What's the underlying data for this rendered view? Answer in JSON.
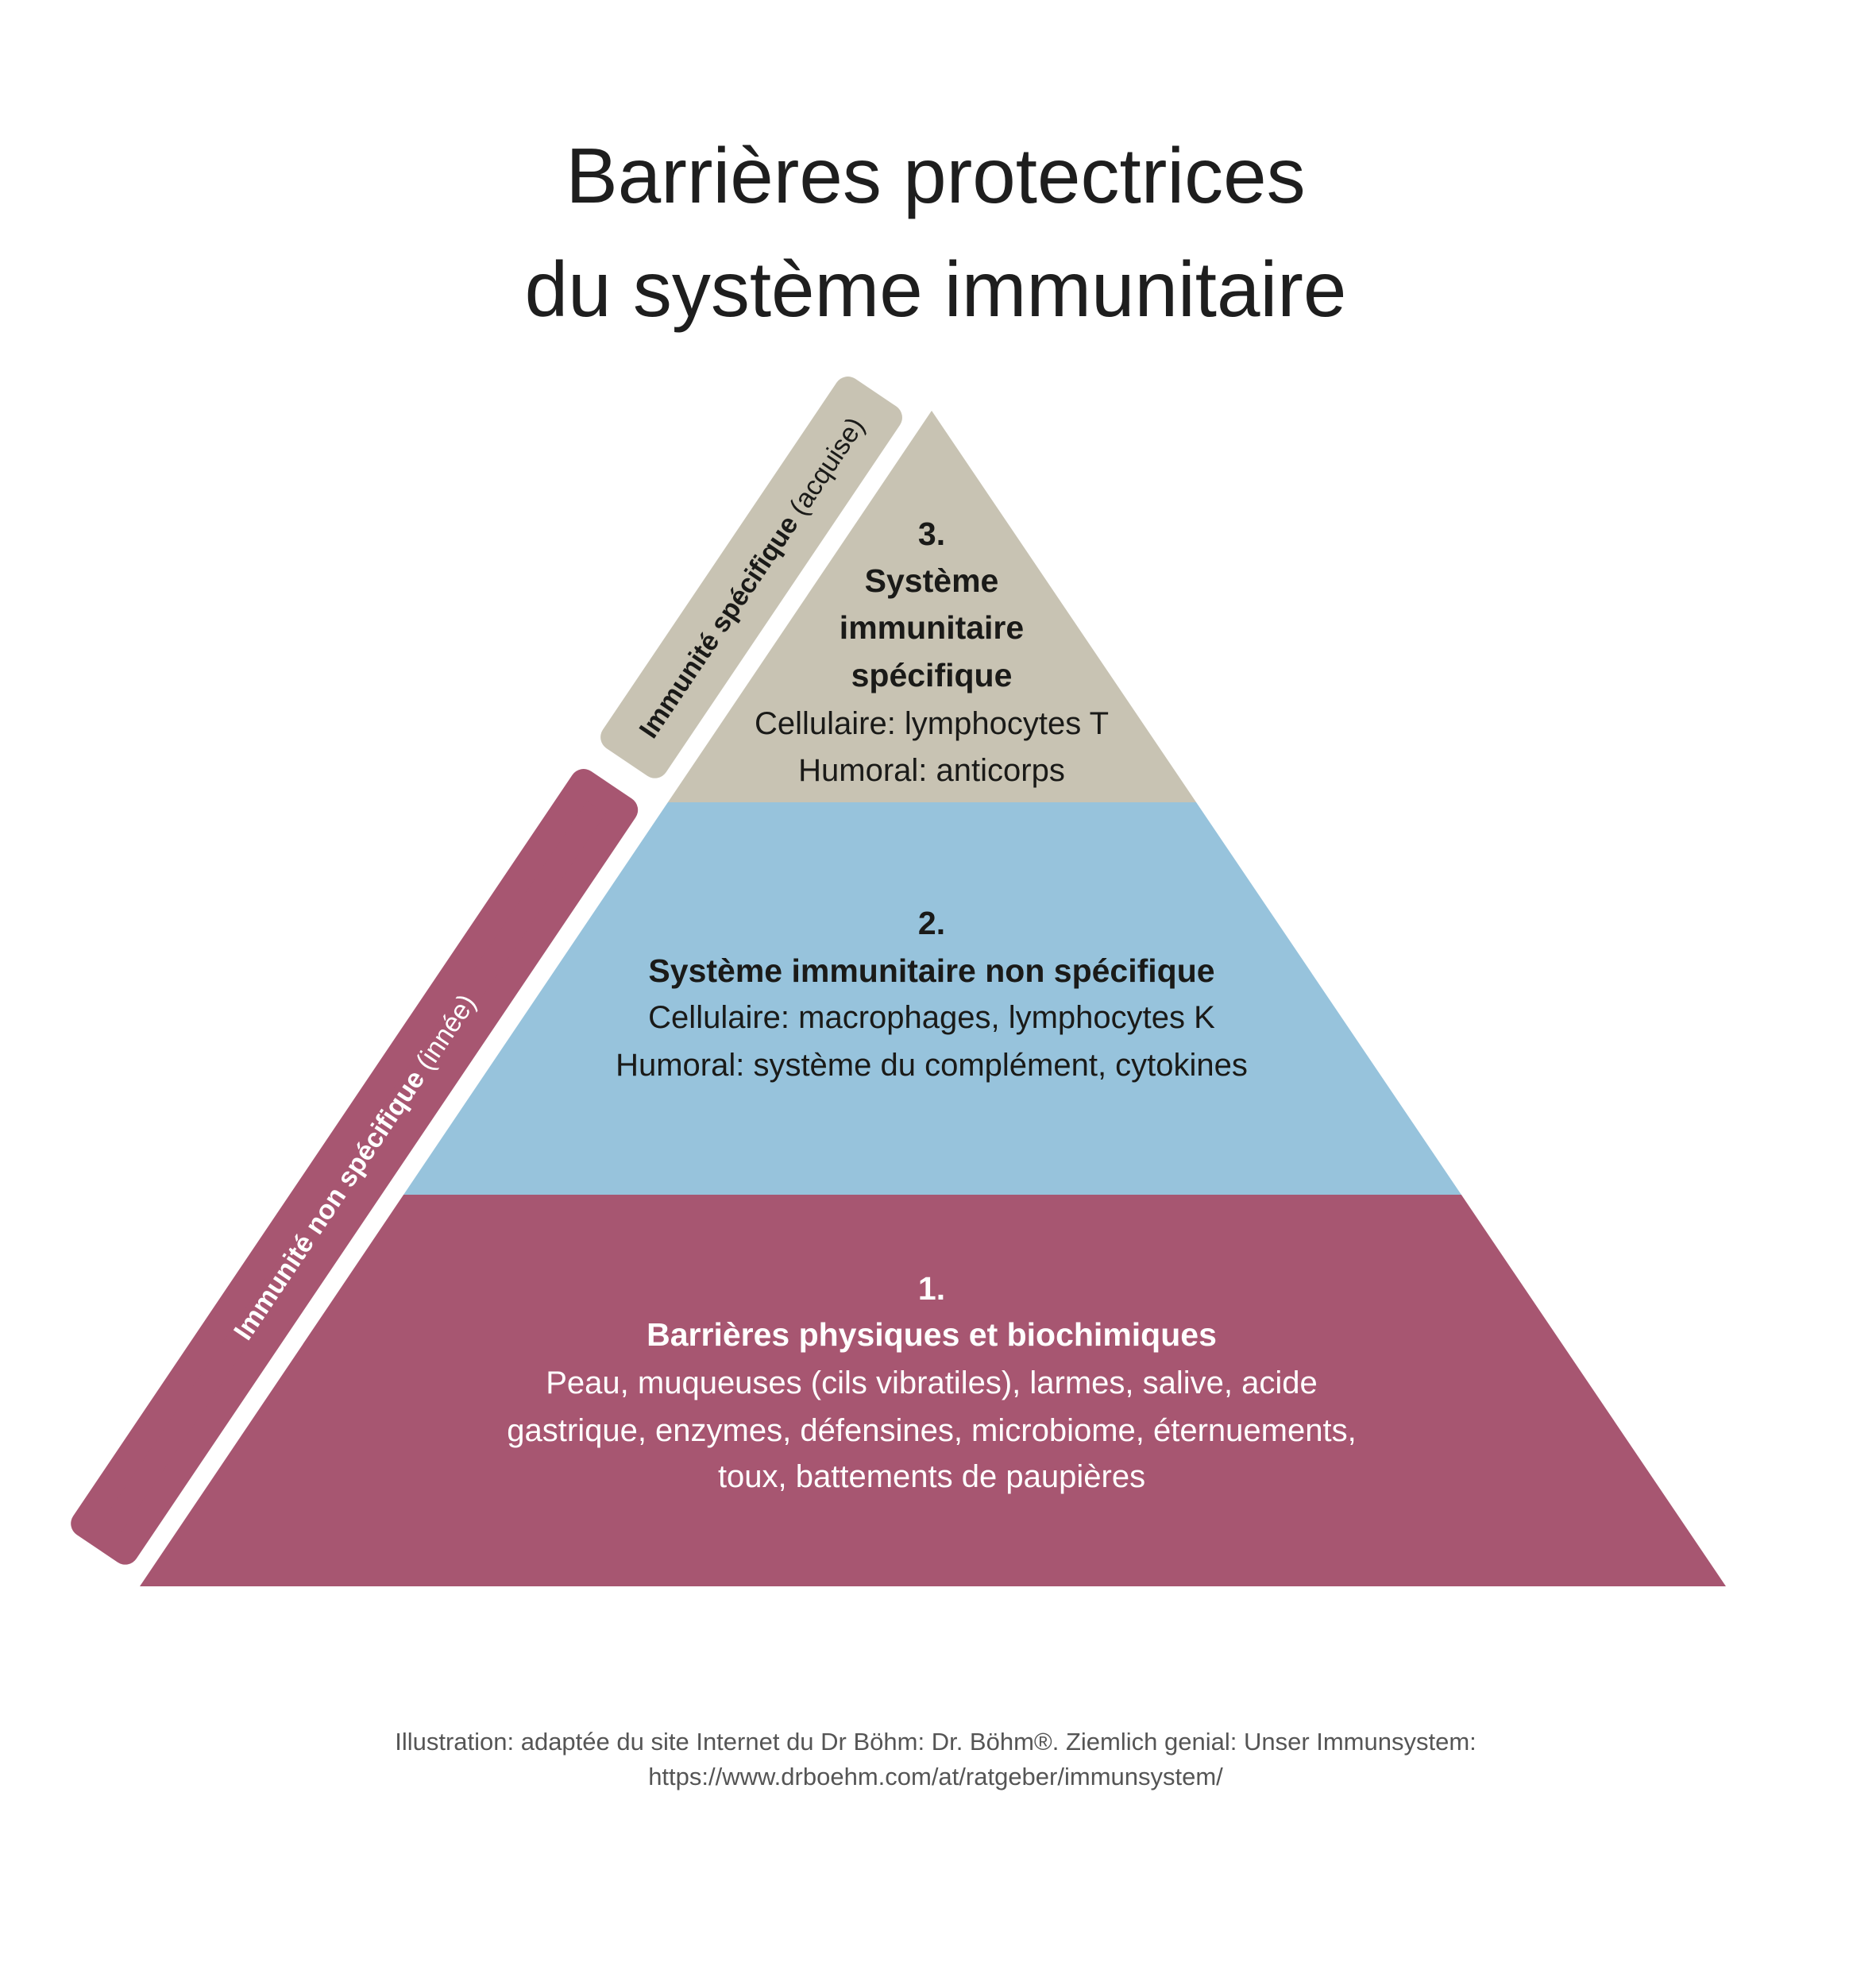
{
  "title": {
    "line1": "Barrières protectrices",
    "line2": "du système immunitaire"
  },
  "colors": {
    "tier3": "#c8c3b3",
    "tier2": "#97c3dc",
    "tier1": "#a75671",
    "text_dark": "#1a1a18"
  },
  "bands": {
    "specific": {
      "bold": "Immunité spécifique",
      "light": " (acquise)"
    },
    "nonspecific": {
      "bold": "Immunité non spécifique",
      "light": " (innée)"
    }
  },
  "tiers": [
    {
      "number": "3.",
      "title_lines": [
        "Système",
        "immunitaire",
        "spécifique"
      ],
      "lines": [
        "Cellulaire: lymphocytes T",
        "Humoral: anticorps"
      ]
    },
    {
      "number": "2.",
      "title_lines": [
        "Système immunitaire non spécifique"
      ],
      "lines": [
        "Cellulaire: macrophages, lymphocytes K",
        "Humoral: système du complément, cytokines"
      ]
    },
    {
      "number": "1.",
      "title_lines": [
        "Barrières physiques et biochimiques"
      ],
      "lines": [
        "Peau, muqueuses (cils vibratiles), larmes, salive, acide",
        "gastrique, enzymes, défensines, microbiome, éternuements,",
        "toux, battements de paupières"
      ]
    }
  ],
  "footer": {
    "line1": "Illustration: adaptée du site Internet du Dr Böhm: Dr. Böhm®. Ziemlich genial: Unser Immunsystem:",
    "line2": "https://www.drboehm.com/at/ratgeber/immunsystem/"
  }
}
